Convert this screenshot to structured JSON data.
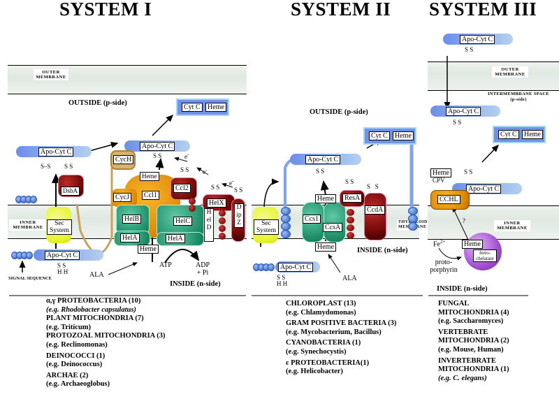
{
  "titles": {
    "system1": "SYSTEM I",
    "system2": "SYSTEM II",
    "system3": "SYSTEM III"
  },
  "labels": {
    "outer_membrane": "OUTER MEMBRANE",
    "inner_membrane": "INNER MEMBRANE",
    "thylakoid_membrane": "THYLAKOID MEMBRANE",
    "intermembrane_space": "INTERMEMBRANE SPACE (p-side)",
    "outside_p": "OUTSIDE (p-side)",
    "inside_n": "INSIDE (n-side)",
    "signal_sequence": "SIGNAL SEQUENCE",
    "apo_cytc": "Apo-Cyt C",
    "cytc": "Cyt C",
    "heme": "Heme",
    "ala": "ALA",
    "atp": "ATP",
    "adp": "ADP",
    "pi": "+ Pi",
    "fe2": "Fe2+",
    "protoporphyrin": "proto-porphyrin",
    "ferrochelatase": "ferro-chelatase",
    "question": "?",
    "electron": "e-",
    "s": "S",
    "h": "H",
    "cpv": "CPV"
  },
  "proteins": {
    "system1": {
      "sec": "Sec System",
      "dsba": "DsbA",
      "cych": "CycH",
      "cycj": "CycJ",
      "ccl1": "Ccl1",
      "ccl2": "Ccl2",
      "helb": "HelB",
      "hela": "HelA",
      "helc": "HelC",
      "held": "HelD",
      "helx": "HelX",
      "dipz": "DipZ"
    },
    "system2": {
      "sec": "Sec System",
      "ccs1": "Ccs1",
      "ccsa": "CcsA",
      "resa": "ResA",
      "ccda": "CcdA"
    },
    "system3": {
      "cchl": "CCHL"
    }
  },
  "organisms": {
    "system1": [
      {
        "group": "α,γ PROTEOBACTERIA (10)",
        "example": "(e.g. Rhodobacter capsulatus)"
      },
      {
        "group": "PLANT MITOCHONDRIA (7)",
        "example": "(e.g. Triticum)"
      },
      {
        "group": "PROTOZOAL MITOCHONDRIA (3)",
        "example": "(e.g. Reclinomonas)"
      },
      {
        "group": "DEINOCOCCI (1)",
        "example": "(e.g. Deinococcus)"
      },
      {
        "group": "ARCHAE (2)",
        "example": "(e.g. Archaeoglobus)"
      }
    ],
    "system2": [
      {
        "group": "CHLOROPLAST (13)",
        "example": "(e.g. Chlamydomonas)"
      },
      {
        "group": "GRAM POSITIVE BACTERIA (3)",
        "example": "(e.g. Mycobacterium, Bacillus)"
      },
      {
        "group": "CYANOBACTERIA (1)",
        "example": "(e.g. Synechocystis)"
      },
      {
        "group": "ε PROTEOBACTERIA(1)",
        "example": "(e.g. Helicobacter)"
      }
    ],
    "system3": [
      {
        "group": "FUNGAL MITOCHONDRIA (4)",
        "example": "(e.g. Saccharomyces)"
      },
      {
        "group": "VERTEBRATE MITOCHONDRIA (2)",
        "example": "(e.g. Mouse, Human)"
      },
      {
        "group": "INVERTEBRATE MITOCHONDRIA (1)",
        "example": "(e.g. C. elegans)"
      }
    ]
  },
  "colors": {
    "apo_cytc": "#7fa3ec",
    "cytc_block": "#6f93e6",
    "green_protein": "#2a9d77",
    "red_protein": "#7a0a0a",
    "orange_protein": "#e8940f",
    "yellow_protein": "#e6f52f",
    "ferrochelatase": "#a24fd0",
    "membrane": "#e3ebe4"
  }
}
